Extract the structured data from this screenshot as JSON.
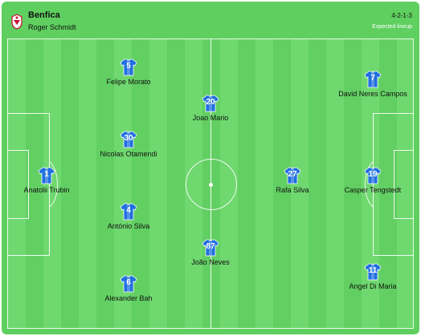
{
  "team": {
    "name": "Benfica",
    "coach": "Roger Schmidt",
    "formation": "4-2-1-3",
    "lineup_type": "Expected lineup"
  },
  "colors": {
    "pitch": "#62cf62",
    "shirt": "#1f6fe0",
    "shirt_trim": "#ffffff"
  },
  "players": [
    {
      "number": "1",
      "name": "Anatolii Trubin",
      "icon": "jersey-icon"
    },
    {
      "number": "5",
      "name": "Felipe Morato",
      "icon": "jersey-icon"
    },
    {
      "number": "30",
      "name": "Nicolas Otamendi",
      "icon": "jersey-icon"
    },
    {
      "number": "4",
      "name": "António Silva",
      "icon": "jersey-icon"
    },
    {
      "number": "6",
      "name": "Alexander Bah",
      "icon": "jersey-icon"
    },
    {
      "number": "20",
      "name": "Joao Mario",
      "icon": "jersey-icon"
    },
    {
      "number": "87",
      "name": "João Neves",
      "icon": "jersey-icon"
    },
    {
      "number": "27",
      "name": "Rafa Silva",
      "icon": "jersey-icon"
    },
    {
      "number": "7",
      "name": "David Neres Campos",
      "icon": "jersey-icon"
    },
    {
      "number": "19",
      "name": "Casper Tengstedt",
      "icon": "jersey-icon"
    },
    {
      "number": "11",
      "name": "Angel Di Maria",
      "icon": "jersey-icon"
    }
  ]
}
